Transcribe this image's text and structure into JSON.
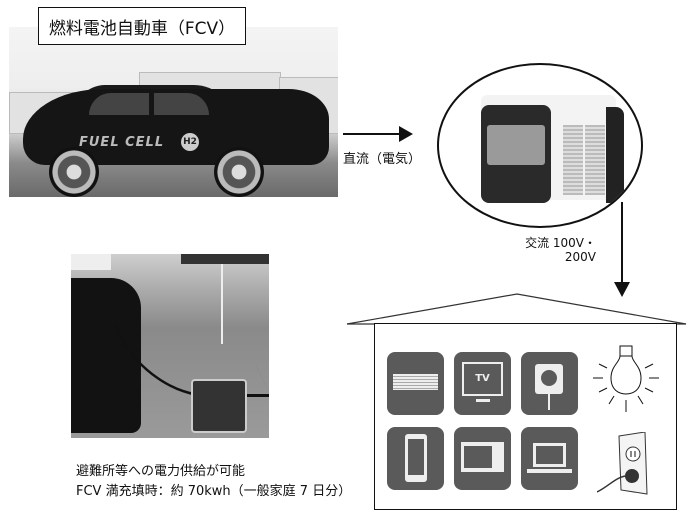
{
  "title": "燃料電池自動車（FCV）",
  "car_photo": {
    "badge_text": "FUEL CELL",
    "h2_label": "H2"
  },
  "flow": {
    "dc_label": "直流（電気）",
    "ac_label_line1": "交流 100V・",
    "ac_label_line2": "200V"
  },
  "generator": {
    "description": "外部給電器"
  },
  "house": {
    "appliances": [
      {
        "name": "air-conditioner-icon"
      },
      {
        "name": "tv-icon",
        "label": "TV"
      },
      {
        "name": "spotlight-icon"
      },
      {
        "name": "light-bulb-icon"
      },
      {
        "name": "smartphone-icon"
      },
      {
        "name": "microwave-icon"
      },
      {
        "name": "laptop-icon"
      },
      {
        "name": "power-outlet-icon"
      }
    ]
  },
  "caption": {
    "line1": "避難所等への電力供給が可能",
    "line2": "FCV 満充填時：約 70kwh（一般家庭 7 日分）"
  },
  "colors": {
    "icon_tile": "#5a5a5a",
    "line": "#111111"
  }
}
